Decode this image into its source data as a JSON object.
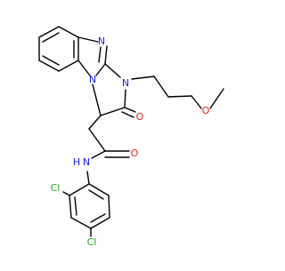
{
  "colors": {
    "bond": "#000000",
    "nitrogen": "#1f1fe6",
    "oxygen": "#e61f1f",
    "chlorine": "#1fa81f",
    "background": "#ffffff"
  },
  "atom_labels": {
    "n_imine": "N",
    "n_bridge": "N",
    "n_side": "N",
    "o_ether": "O",
    "o_carbonyl": "O",
    "o_amide": "O",
    "nh_amide": "N",
    "h_amide": "H",
    "cl_ortho": "Cl",
    "cl_para": "Cl"
  }
}
